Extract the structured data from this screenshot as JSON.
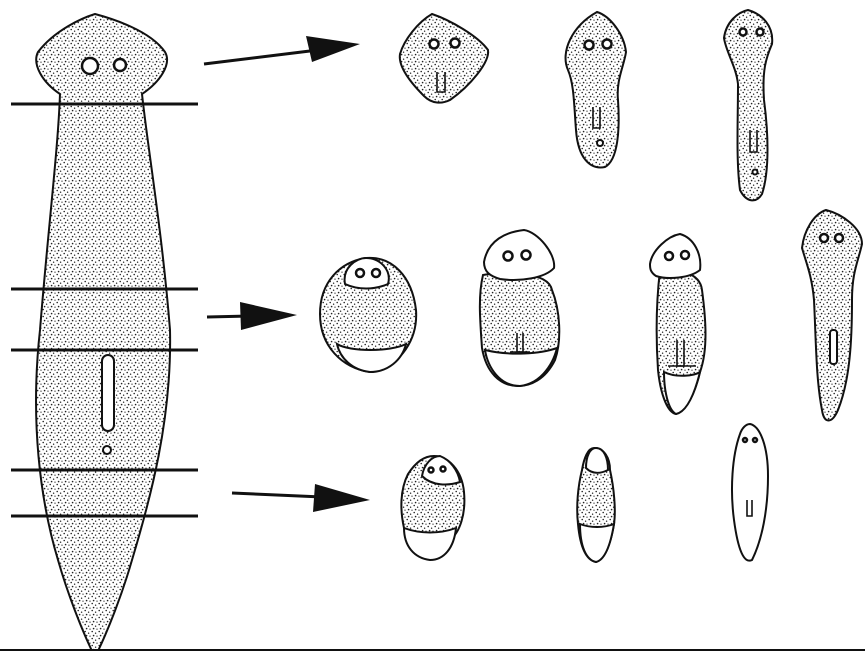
{
  "figure": {
    "subject": "planarian-regeneration",
    "labels": [],
    "colors": {
      "ink": "#111111",
      "paper": "#ffffff",
      "stipple": "#9a9a9a"
    },
    "rows": [
      {
        "fragment": "head",
        "stages": 3
      },
      {
        "fragment": "trunk",
        "stages": 4
      },
      {
        "fragment": "tail",
        "stages": 3
      }
    ]
  }
}
